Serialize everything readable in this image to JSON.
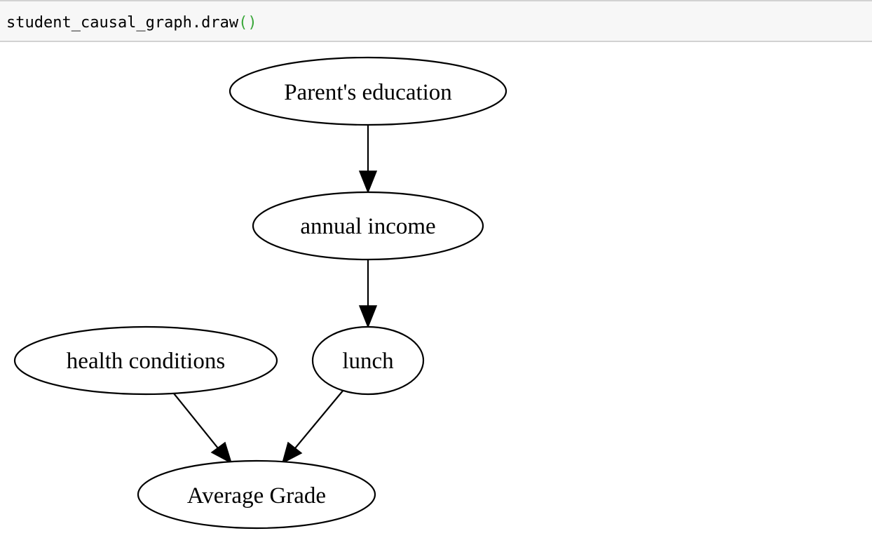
{
  "cell": {
    "code_prefix": "student_causal_graph.draw",
    "code_parens": "()"
  },
  "graph": {
    "nodes": [
      {
        "id": "parents_education",
        "label": "Parent's education"
      },
      {
        "id": "annual_income",
        "label": "annual income"
      },
      {
        "id": "health_conditions",
        "label": "health conditions"
      },
      {
        "id": "lunch",
        "label": "lunch"
      },
      {
        "id": "average_grade",
        "label": "Average Grade"
      }
    ],
    "edges": [
      {
        "from": "parents_education",
        "to": "annual_income"
      },
      {
        "from": "annual_income",
        "to": "lunch"
      },
      {
        "from": "health_conditions",
        "to": "average_grade"
      },
      {
        "from": "lunch",
        "to": "average_grade"
      }
    ]
  }
}
